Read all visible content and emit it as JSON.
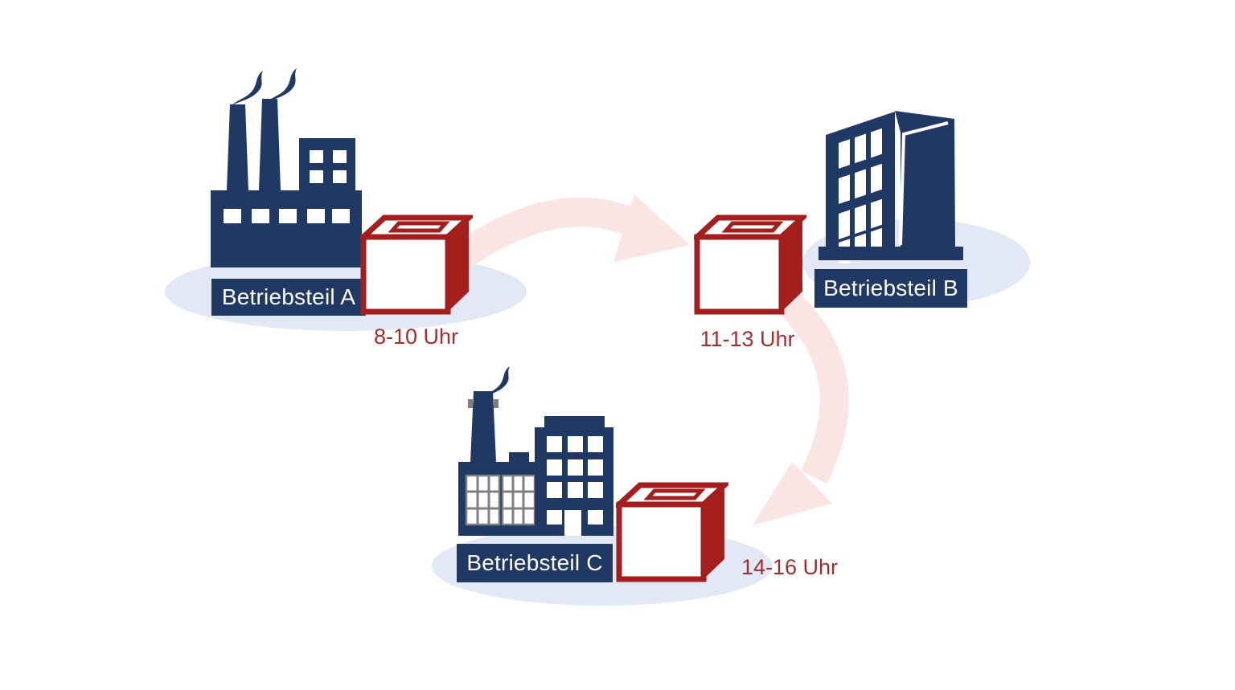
{
  "sites": [
    {
      "id": "A",
      "label": "Betriebsteil A",
      "time": "8-10 Uhr",
      "building": "factory"
    },
    {
      "id": "B",
      "label": "Betriebsteil B",
      "time": "11-13 Uhr",
      "building": "office tower"
    },
    {
      "id": "C",
      "label": "Betriebsteil C",
      "time": "14-16 Uhr",
      "building": "factory"
    }
  ],
  "flows": [
    {
      "from": "Betriebsteil A",
      "to": "Betriebsteil B"
    },
    {
      "from": "Betriebsteil B",
      "to": "Betriebsteil C"
    }
  ],
  "icons": {
    "site_a": "factory-icon",
    "site_b": "office-building-icon",
    "site_c": "factory-icon",
    "parcel": "parcel-box-icon",
    "flow": "curved-transfer-arrow-icon"
  },
  "colors": {
    "navy": "#1F3864",
    "box_red": "#A41E1E",
    "time_text_red": "#A92C2C",
    "arrow_pink": "#F9E5E4",
    "platform_blue": "#E3E8F7",
    "mullion_gray": "#7F7F7F"
  }
}
